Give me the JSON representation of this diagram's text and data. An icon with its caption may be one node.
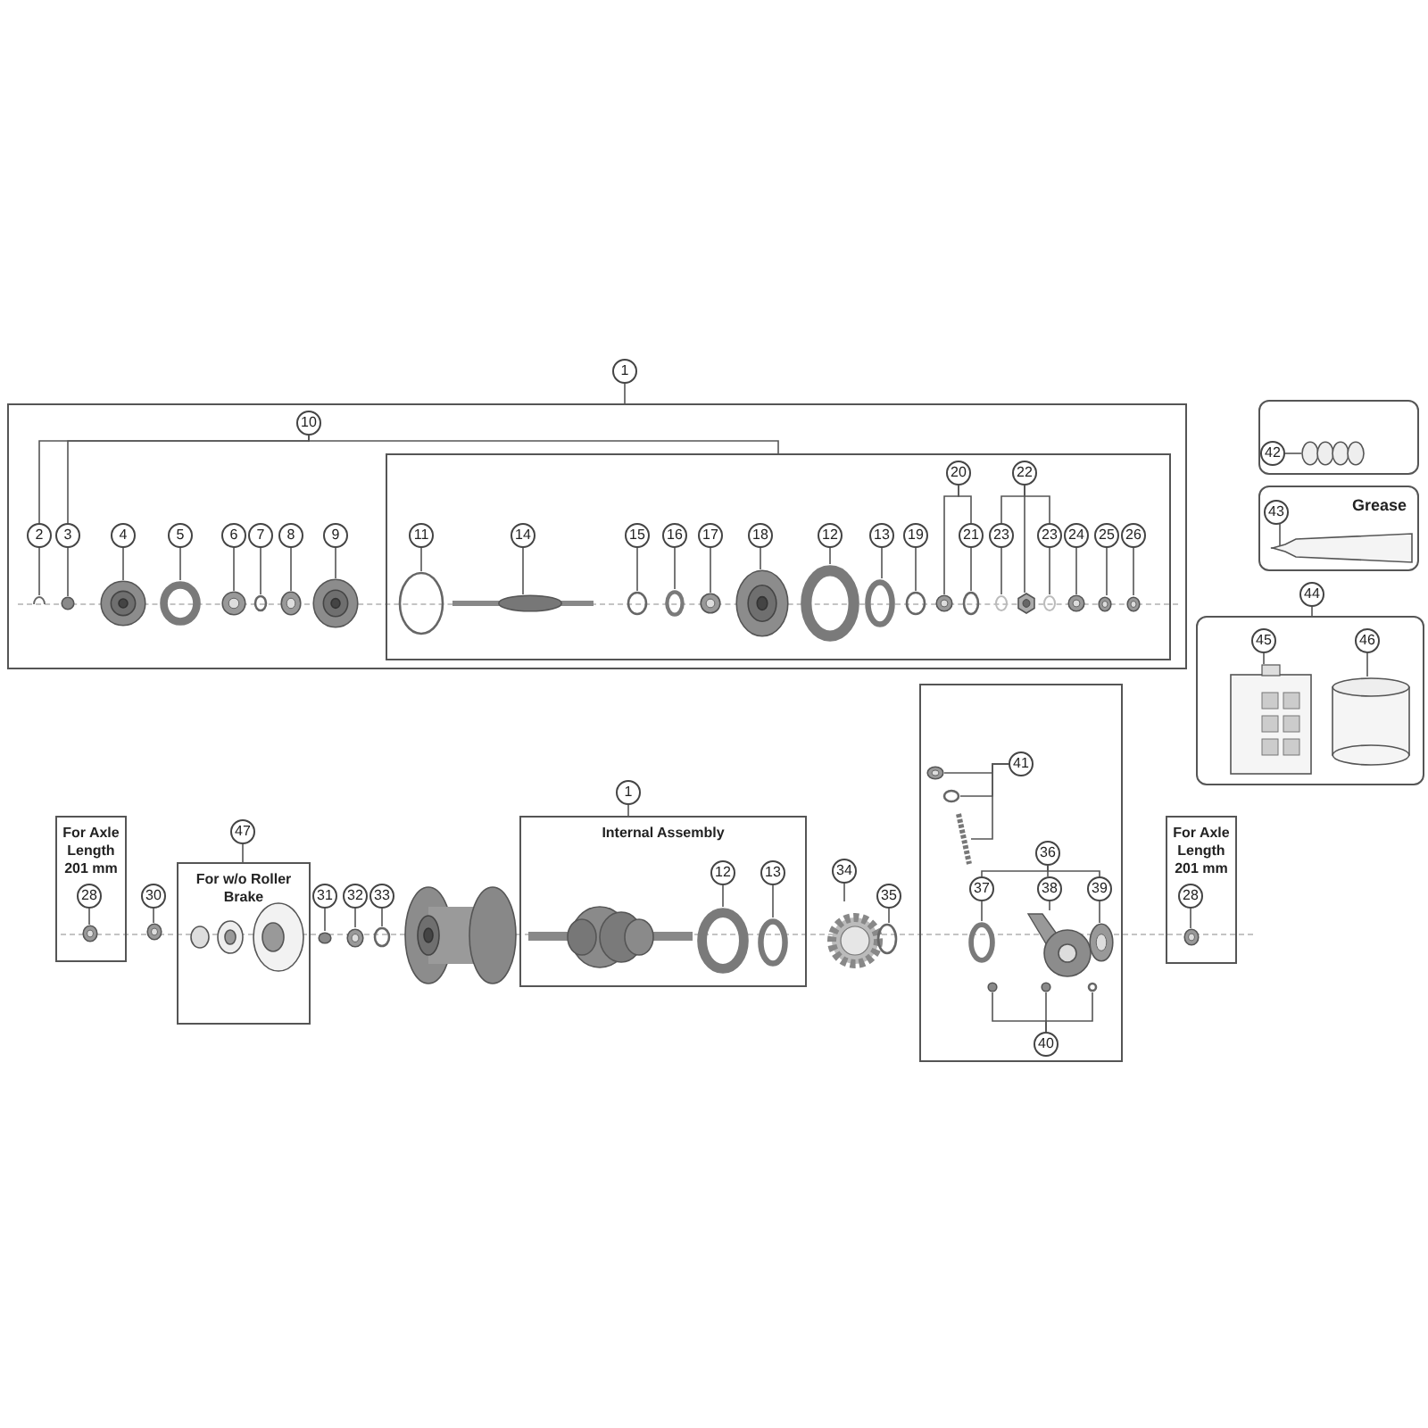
{
  "diagram": {
    "nodes": [
      {
        "text": [],
        "shape": "box"
      },
      {
        "text": [
          "1"
        ]
      },
      {
        "text": [
          "10"
        ],
        "in": 0
      },
      {
        "text": [],
        "shape": "box",
        "in": 0
      },
      {
        "text": [
          "2"
        ],
        "in": 0
      },
      {
        "text": [],
        "shape": "picture",
        "in": 0
      },
      {
        "text": [
          "3"
        ],
        "in": 0
      },
      {
        "text": [],
        "shape": "circle",
        "in": 0
      },
      {
        "text": [
          "4"
        ],
        "in": 0
      },
      {
        "text": [],
        "shape": "picture",
        "in": 0
      },
      {
        "text": [
          "5"
        ],
        "in": 0
      },
      {
        "text": [],
        "shape": "circle",
        "in": 0
      },
      {
        "text": [
          "6"
        ],
        "in": 0
      },
      {
        "text": [],
        "shape": "picture",
        "in": 0
      },
      {
        "text": [
          "7"
        ],
        "in": 0
      },
      {
        "text": [],
        "shape": "circle",
        "in": 0
      },
      {
        "text": [
          "8"
        ],
        "in": 0
      },
      {
        "text": [],
        "shape": "picture",
        "in": 0
      },
      {
        "text": [
          "9"
        ],
        "in": 0
      },
      {
        "text": [],
        "shape": "picture",
        "in": 0
      },
      {
        "text": [
          "11"
        ],
        "in": 3
      },
      {
        "text": [],
        "shape": "circle",
        "in": 3
      },
      {
        "text": [
          "14"
        ],
        "in": 3
      },
      {
        "text": [],
        "shape": "picture",
        "in": 3
      },
      {
        "text": [
          "15"
        ],
        "in": 3
      },
      {
        "text": [],
        "shape": "circle",
        "in": 3
      },
      {
        "text": [
          "16"
        ],
        "in": 3
      },
      {
        "text": [],
        "shape": "circle",
        "in": 3
      },
      {
        "text": [
          "17"
        ],
        "in": 3
      },
      {
        "text": [],
        "shape": "picture",
        "in": 3
      },
      {
        "text": [
          "18"
        ],
        "in": 3
      },
      {
        "text": [],
        "shape": "picture",
        "in": 3
      },
      {
        "text": [
          "12"
        ],
        "in": 3
      },
      {
        "text": [],
        "shape": "circle",
        "in": 3
      },
      {
        "text": [
          "13"
        ],
        "in": 3
      },
      {
        "text": [],
        "shape": "circle",
        "in": 3
      },
      {
        "text": [
          "19"
        ],
        "in": 3
      },
      {
        "text": [],
        "shape": "circle",
        "in": 3
      },
      {
        "text": [
          "20"
        ],
        "in": 3
      },
      {
        "text": [],
        "shape": "picture",
        "in": 3
      },
      {
        "text": [
          "21"
        ],
        "in": 3
      },
      {
        "text": [],
        "shape": "circle",
        "in": 3
      },
      {
        "text": [
          "22"
        ],
        "in": 3
      },
      {
        "text": [
          "23"
        ],
        "in": 3
      },
      {
        "text": [],
        "shape": "circle",
        "in": 3
      },
      {
        "text": [],
        "shape": "hexagon",
        "in": 3
      },
      {
        "text": [
          "23"
        ],
        "in": 3
      },
      {
        "text": [],
        "shape": "circle",
        "in": 3
      },
      {
        "text": [
          "24"
        ],
        "in": 3
      },
      {
        "text": [],
        "shape": "picture",
        "in": 3
      },
      {
        "text": [
          "25"
        ],
        "in": 3
      },
      {
        "text": [],
        "shape": "picture",
        "in": 3
      },
      {
        "text": [
          "26"
        ],
        "in": 3
      },
      {
        "text": [],
        "shape": "picture",
        "in": 3
      },
      {
        "text": [],
        "shape": "box"
      },
      {
        "text": [
          "42"
        ],
        "in": 54
      },
      {
        "text": [],
        "shape": "picture",
        "in": 54
      },
      {
        "text": [
          "Grease"
        ]
      },
      {
        "text": [
          "43"
        ],
        "in": 57
      },
      {
        "text": [],
        "shape": "picture",
        "in": 57
      },
      {
        "text": [
          "44"
        ]
      },
      {
        "text": [],
        "shape": "box"
      },
      {
        "text": [
          "45"
        ],
        "in": 61
      },
      {
        "text": [],
        "shape": "picture",
        "in": 61
      },
      {
        "text": [
          "46"
        ],
        "in": 61
      },
      {
        "text": [],
        "shape": "cylinder",
        "in": 61
      },
      {
        "text": [
          "For Axle Length 201 mm"
        ]
      },
      {
        "text": [
          "28"
        ],
        "in": 66
      },
      {
        "text": [],
        "shape": "picture",
        "in": 66
      },
      {
        "text": [
          "30"
        ]
      },
      {
        "text": [],
        "shape": "picture"
      },
      {
        "text": [
          "For w/o Roller Brake"
        ]
      },
      {
        "text": [
          "47"
        ]
      },
      {
        "text": [
          "31"
        ]
      },
      {
        "text": [],
        "shape": "circle"
      },
      {
        "text": [
          "32"
        ]
      },
      {
        "text": [],
        "shape": "picture"
      },
      {
        "text": [
          "33"
        ]
      },
      {
        "text": [],
        "shape": "circle"
      },
      {
        "text": [
          "Internal Assembly"
        ]
      },
      {
        "text": [
          "1"
        ]
      },
      {
        "text": [
          "12"
        ],
        "in": 79
      },
      {
        "text": [],
        "shape": "circle",
        "in": 79
      },
      {
        "text": [
          "13"
        ],
        "in": 79
      },
      {
        "text": [],
        "shape": "circle",
        "in": 79
      },
      {
        "text": [
          "34"
        ]
      },
      {
        "text": [],
        "shape": "picture"
      },
      {
        "text": [
          "35"
        ]
      },
      {
        "text": [],
        "shape": "circle"
      },
      {
        "text": [],
        "shape": "box"
      },
      {
        "text": [
          "41"
        ],
        "in": 89
      },
      {
        "text": [],
        "shape": "picture",
        "in": 89
      },
      {
        "text": [],
        "shape": "circle",
        "in": 89
      },
      {
        "text": [],
        "shape": "picture",
        "in": 89
      },
      {
        "text": [
          "36"
        ],
        "in": 89
      },
      {
        "text": [
          "37"
        ],
        "in": 89
      },
      {
        "text": [],
        "shape": "circle",
        "in": 89
      },
      {
        "text": [
          "38"
        ],
        "in": 89
      },
      {
        "text": [],
        "shape": "picture",
        "in": 89
      },
      {
        "text": [
          "39"
        ],
        "in": 89
      },
      {
        "text": [],
        "shape": "picture",
        "in": 89
      },
      {
        "text": [
          "40"
        ],
        "in": 89
      },
      {
        "text": [],
        "shape": "circle",
        "in": 89
      },
      {
        "text": [],
        "shape": "circle",
        "in": 89
      },
      {
        "text": [],
        "shape": "circle",
        "in": 89
      },
      {
        "text": [
          "For Axle Length 201 mm"
        ]
      },
      {
        "text": [
          "28"
        ],
        "in": 105
      },
      {
        "text": [],
        "shape": "picture",
        "in": 105
      }
    ],
    "edges": [
      {
        "from": 1,
        "to": 0,
        "arrow": "none"
      },
      {
        "from": 2,
        "to": 4,
        "arrow": "none"
      },
      {
        "from": 2,
        "to": 6,
        "arrow": "none"
      },
      {
        "from": 2,
        "to": 3,
        "arrow": "none"
      },
      {
        "from": 4,
        "to": 5,
        "arrow": "none"
      },
      {
        "from": 6,
        "to": 7,
        "arrow": "none"
      },
      {
        "from": 8,
        "to": 9,
        "arrow": "none"
      },
      {
        "from": 10,
        "to": 11,
        "arrow": "none"
      },
      {
        "from": 12,
        "to": 13,
        "arrow": "none"
      },
      {
        "from": 14,
        "to": 15,
        "arrow": "none"
      },
      {
        "from": 16,
        "to": 17,
        "arrow": "none"
      },
      {
        "from": 18,
        "to": 19,
        "arrow": "none"
      },
      {
        "from": 20,
        "to": 21,
        "arrow": "none"
      },
      {
        "from": 22,
        "to": 23,
        "arrow": "none"
      },
      {
        "from": 24,
        "to": 25,
        "arrow": "none"
      },
      {
        "from": 26,
        "to": 27,
        "arrow": "none"
      },
      {
        "from": 28,
        "to": 29,
        "arrow": "none"
      },
      {
        "from": 30,
        "to": 31,
        "arrow": "none"
      },
      {
        "from": 32,
        "to": 33,
        "arrow": "none"
      },
      {
        "from": 34,
        "to": 35,
        "arrow": "none"
      },
      {
        "from": 36,
        "to": 37,
        "arrow": "none"
      },
      {
        "from": 38,
        "to": 39,
        "arrow": "none"
      },
      {
        "from": 38,
        "to": 40,
        "arrow": "none"
      },
      {
        "from": 40,
        "to": 41,
        "arrow": "none"
      },
      {
        "from": 42,
        "to": 43,
        "arrow": "none"
      },
      {
        "from": 42,
        "to": 45,
        "arrow": "none"
      },
      {
        "from": 42,
        "to": 46,
        "arrow": "none"
      },
      {
        "from": 43,
        "to": 44,
        "arrow": "none"
      },
      {
        "from": 46,
        "to": 47,
        "arrow": "none"
      },
      {
        "from": 48,
        "to": 49,
        "arrow": "none"
      },
      {
        "from": 50,
        "to": 51,
        "arrow": "none"
      },
      {
        "from": 52,
        "to": 53,
        "arrow": "none"
      },
      {
        "from": 55,
        "to": 56,
        "arrow": "none"
      },
      {
        "from": 58,
        "to": 59,
        "arrow": "none"
      },
      {
        "from": 60,
        "to": 61,
        "arrow": "none"
      },
      {
        "from": 62,
        "to": 63,
        "arrow": "none"
      },
      {
        "from": 64,
        "to": 65,
        "arrow": "none"
      },
      {
        "from": 67,
        "to": 68,
        "arrow": "none"
      },
      {
        "from": 69,
        "to": 70,
        "arrow": "none"
      },
      {
        "from": 72,
        "to": 71,
        "arrow": "none"
      },
      {
        "from": 73,
        "to": 74,
        "arrow": "none"
      },
      {
        "from": 75,
        "to": 76,
        "arrow": "none"
      },
      {
        "from": 77,
        "to": 78,
        "arrow": "none"
      },
      {
        "from": 80,
        "to": 79,
        "arrow": "none"
      },
      {
        "from": 81,
        "to": 82,
        "arrow": "none"
      },
      {
        "from": 83,
        "to": 84,
        "arrow": "none"
      },
      {
        "from": 85,
        "to": 86,
        "arrow": "none"
      },
      {
        "from": 87,
        "to": 88,
        "arrow": "none"
      },
      {
        "from": 90,
        "to": 91,
        "arrow": "none"
      },
      {
        "from": 90,
        "to": 92,
        "arrow": "none"
      },
      {
        "from": 90,
        "to": 93,
        "arrow": "none"
      },
      {
        "from": 94,
        "to": 95,
        "arrow": "none"
      },
      {
        "from": 94,
        "to": 97,
        "arrow": "none"
      },
      {
        "from": 94,
        "to": 99,
        "arrow": "none"
      },
      {
        "from": 95,
        "to": 96,
        "arrow": "none"
      },
      {
        "from": 97,
        "to": 98,
        "arrow": "none"
      },
      {
        "from": 99,
        "to": 100,
        "arrow": "none"
      },
      {
        "from": 101,
        "to": 102,
        "arrow": "none"
      },
      {
        "from": 101,
        "to": 103,
        "arrow": "none"
      },
      {
        "from": 101,
        "to": 104,
        "arrow": "none"
      },
      {
        "from": 106,
        "to": 107,
        "arrow": "none"
      }
    ]
  }
}
